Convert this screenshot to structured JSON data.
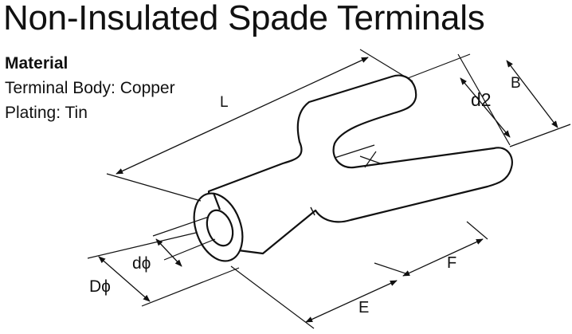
{
  "title": "Non-Insulated Spade Terminals",
  "material": {
    "heading": "Material",
    "body": "Terminal Body: Copper",
    "plating": "Plating: Tin"
  },
  "dimensions": {
    "L": "L",
    "B": "B",
    "d2": "d2",
    "dphi": "dϕ",
    "Dphi": "Dϕ",
    "E": "E",
    "F": "F"
  }
}
